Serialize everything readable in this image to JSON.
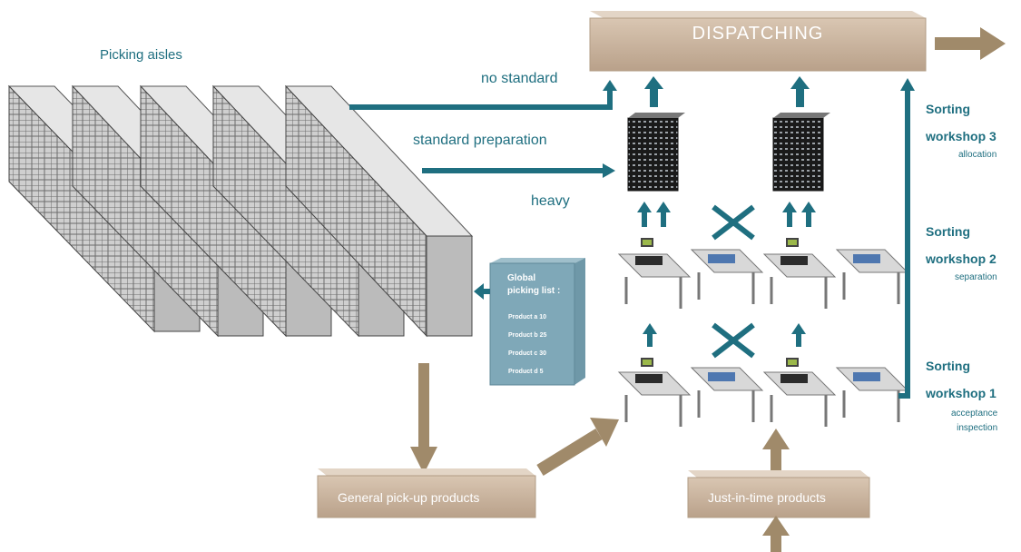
{
  "labels": {
    "picking_aisles": "Picking aisles",
    "no_standard": "no standard",
    "standard_preparation": "standard preparation",
    "heavy": "heavy",
    "dispatching": "DISPATCHING",
    "general_pickup": "General pick-up products",
    "just_in_time": "Just-in-time products"
  },
  "picking_list": {
    "title_line1": "Global",
    "title_line2": "picking list :",
    "items": [
      "Product a 10",
      "Product b 25",
      "Product c 30",
      "Product d 5"
    ]
  },
  "workshops": [
    {
      "title_line1": "Sorting",
      "title_line2": "workshop 3",
      "sub": "allocation"
    },
    {
      "title_line1": "Sorting",
      "title_line2": "workshop 2",
      "sub": "separation"
    },
    {
      "title_line1": "Sorting",
      "title_line2": "workshop 1",
      "sub_line1": "acceptance",
      "sub_line2": "inspection"
    }
  ],
  "colors": {
    "teal": "#1f6f80",
    "beige": "#c9b29a",
    "arrow_brown": "#a08a6a"
  }
}
